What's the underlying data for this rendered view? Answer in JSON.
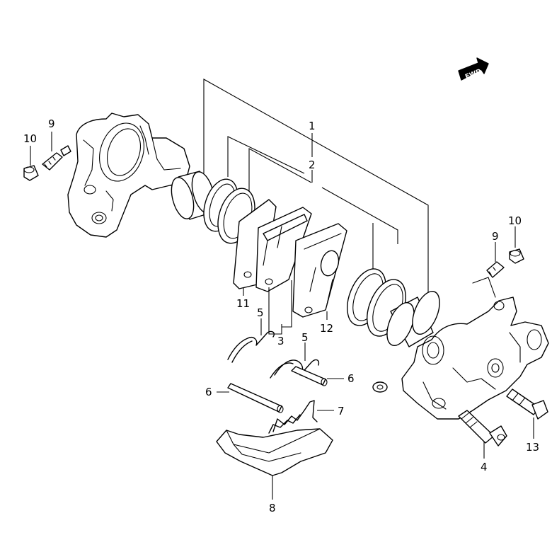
{
  "direction_badge": {
    "text": "FWD"
  },
  "callouts": {
    "c1": "1",
    "c2": "2",
    "c3": "3",
    "c4": "4",
    "c5a": "5",
    "c5b": "5",
    "c6a": "6",
    "c6b": "6",
    "c7": "7",
    "c8": "8",
    "c9a": "9",
    "c9b": "9",
    "c10a": "10",
    "c10b": "10",
    "c11": "11",
    "c12": "12",
    "c13": "13"
  }
}
